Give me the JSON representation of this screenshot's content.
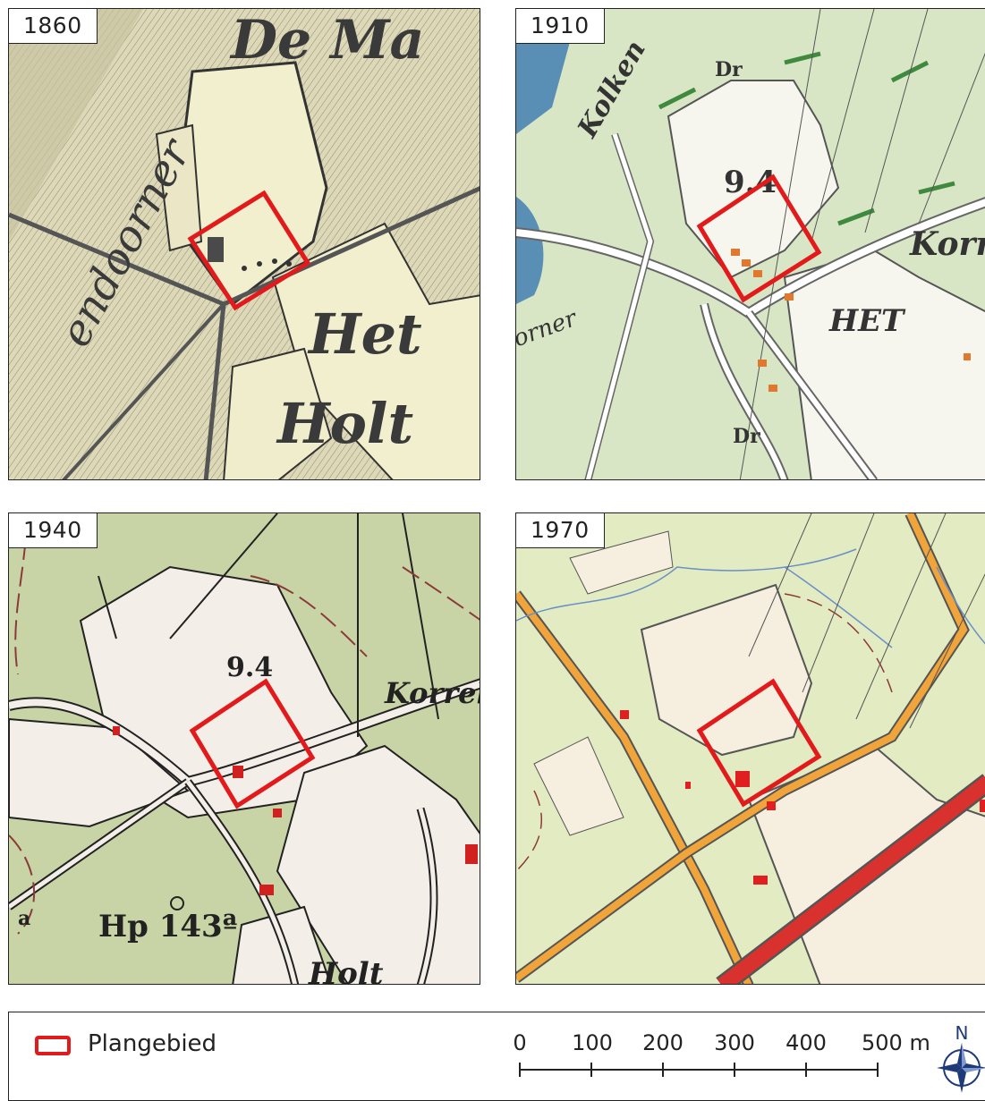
{
  "panels": [
    {
      "year": "1860",
      "labels": [
        "De Ma",
        "endoorner",
        "Het",
        "Holt"
      ]
    },
    {
      "year": "1910",
      "labels": [
        "Kolken",
        "Dr",
        "9.4",
        "Korre",
        "HET",
        "orner",
        "Dr"
      ]
    },
    {
      "year": "1940",
      "labels": [
        "9.4",
        "Korrel",
        "Hp 143ª",
        "Holt",
        "a"
      ]
    },
    {
      "year": "1970",
      "labels": []
    }
  ],
  "legend": {
    "symbol_color": "#e31a1c",
    "label": "Plangebied"
  },
  "scalebar": {
    "ticks": [
      "0",
      "100",
      "200",
      "300",
      "400",
      "500 m"
    ]
  },
  "north_arrow": {
    "label": "N",
    "icon": "compass-rose-icon"
  },
  "colors": {
    "plangebied": "#e31a1c",
    "map_1860_bg": "#e6e3c4",
    "map_1910_bg": "#d9e6c5",
    "map_1940_bg": "#c9d4a6",
    "map_1970_bg": "#e3ebc2",
    "road_1970": "#f0a43a",
    "rail_1970": "#d9322e"
  }
}
